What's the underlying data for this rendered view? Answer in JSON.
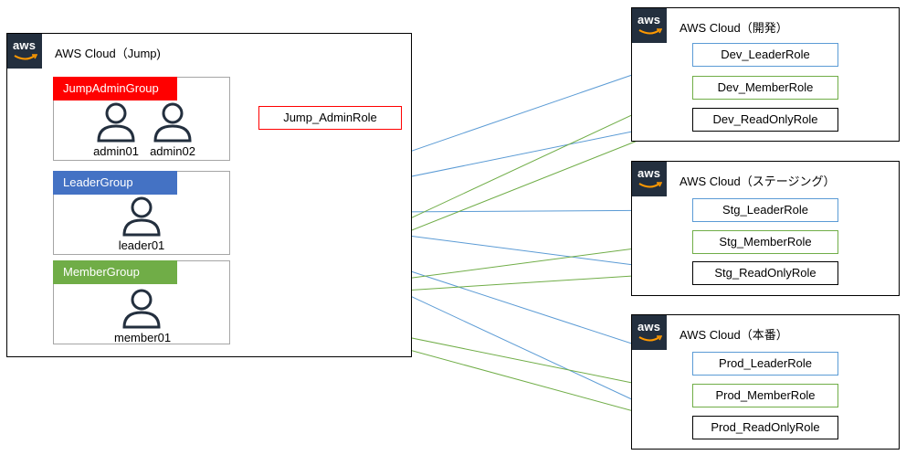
{
  "jump": {
    "title": "AWS Cloud（Jump)",
    "groups": {
      "admin": {
        "label": "JumpAdminGroup",
        "users": [
          "admin01",
          "admin02"
        ],
        "color": "#ff0000"
      },
      "leader": {
        "label": "LeaderGroup",
        "users": [
          "leader01"
        ],
        "color": "#4472c4"
      },
      "member": {
        "label": "MemberGroup",
        "users": [
          "member01"
        ],
        "color": "#70ad47"
      }
    },
    "admin_role": "Jump_AdminRole"
  },
  "dev": {
    "title": "AWS Cloud（開発）",
    "roles": [
      "Dev_LeaderRole",
      "Dev_MemberRole",
      "Dev_ReadOnlyRole"
    ]
  },
  "stg": {
    "title": "AWS Cloud（ステージング）",
    "roles": [
      "Stg_LeaderRole",
      "Stg_MemberRole",
      "Stg_ReadOnlyRole"
    ]
  },
  "prod": {
    "title": "AWS Cloud（本番）",
    "roles": [
      "Prod_LeaderRole",
      "Prod_MemberRole",
      "Prod_ReadOnlyRole"
    ]
  },
  "aws_logo_text": "aws",
  "colors": {
    "admin": "#ff0000",
    "leader": "#5b9bd5",
    "member": "#70ad47",
    "readonly": "#000000"
  }
}
